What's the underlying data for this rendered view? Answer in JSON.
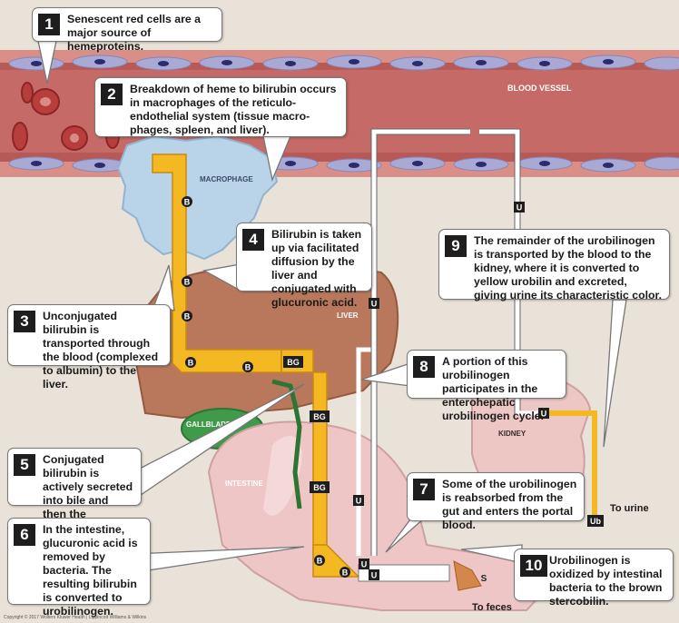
{
  "labels": {
    "blood_vessel": "BLOOD VESSEL",
    "macrophage": "MACROPHAGE",
    "liver": "LIVER",
    "gallbladder": "GALLBLADDER",
    "intestine": "INTESTINE",
    "kidney": "KIDNEY",
    "to_urine": "To urine",
    "to_feces": "To feces"
  },
  "markers": {
    "b": "B",
    "bg": "BG",
    "u": "U",
    "ub": "Ub",
    "s": "S"
  },
  "steps": [
    {
      "num": "1",
      "text": "Senescent red cells are a major source of hemeproteins."
    },
    {
      "num": "2",
      "text": "Breakdown of heme to bilirubin occurs in macrophages of the reticulo-endothelial system (tissue macro-phages, spleen, and liver)."
    },
    {
      "num": "3",
      "text": "Unconjugated bilirubin is transported through the blood (complexed to albumin) to the liver."
    },
    {
      "num": "4",
      "text": "Bilirubin is taken up via facilitated diffusion by the liver and conjugated with glucuronic acid."
    },
    {
      "num": "5",
      "text": "Conjugated bilirubin is actively secreted into bile and then the intestine."
    },
    {
      "num": "6",
      "text": "In the intestine, glucuronic acid is removed by bacteria. The resulting bilirubin is converted to urobilinogen."
    },
    {
      "num": "7",
      "text": "Some of the urobilinogen is reabsorbed from the gut and enters the portal blood."
    },
    {
      "num": "8",
      "text": "A portion of this urobilinogen participates in the enterohepatic urobilinogen cycle."
    },
    {
      "num": "9",
      "text": "The remainder of the urobilinogen is transported by the blood to the kidney, where it is converted to yellow urobilin and excreted, giving urine its characteristic color."
    },
    {
      "num": "10",
      "text": "Urobilinogen is oxidized by intestinal bacteria to the brown stercobilin."
    }
  ],
  "copyright": "Copyright © 2017 Wolters Kluwer Health | Lippincott Williams & Wilkins",
  "colors": {
    "background": "#e9e2d8",
    "vessel": "#c56a66",
    "liver": "#b9785c",
    "gallbladder": "#3f9a4a",
    "intestine": "#eec6c6",
    "kidney": "#ecc7c4",
    "bilirubin_pathway": "#f4b823",
    "macrophage": "#b9d3e8"
  }
}
